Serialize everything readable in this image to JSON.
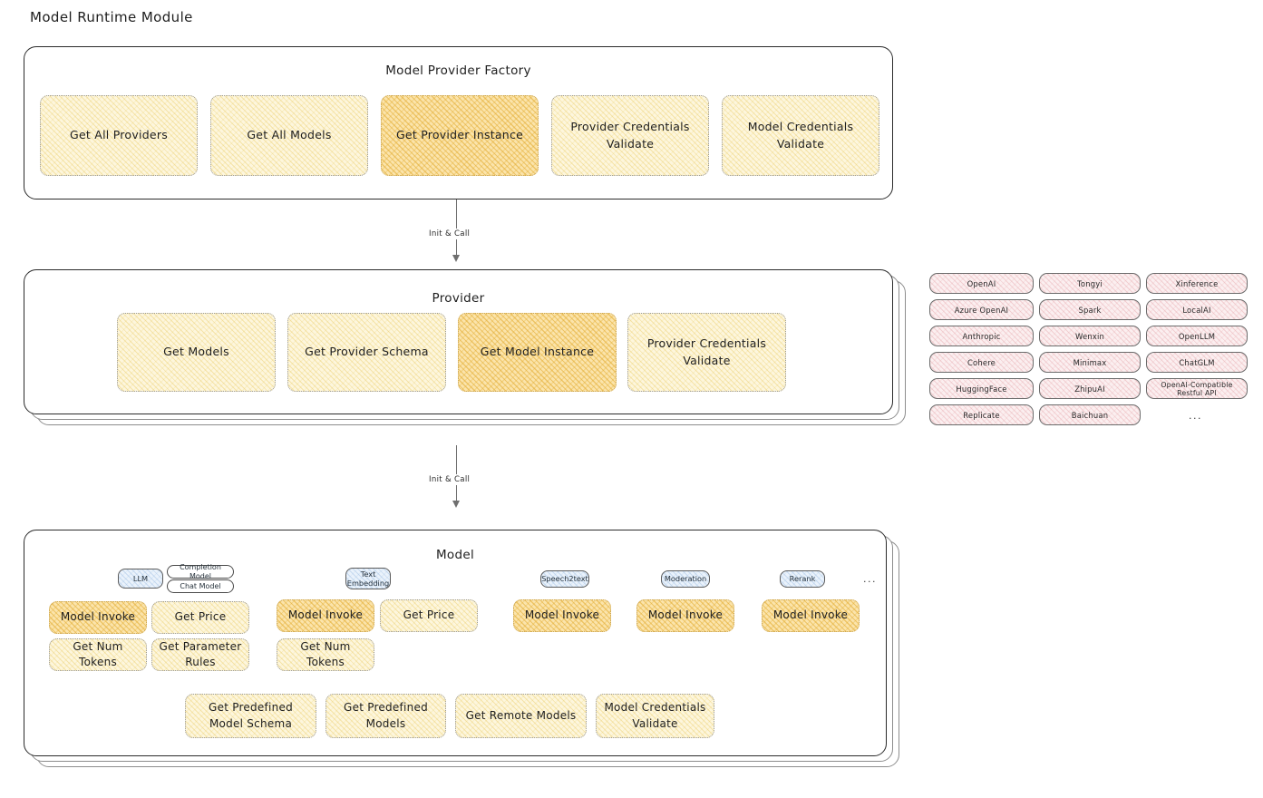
{
  "page": {
    "title": "Model Runtime Module"
  },
  "factory": {
    "title": "Model Provider Factory",
    "nodes": [
      {
        "label": "Get All Providers",
        "highlight": false
      },
      {
        "label": "Get All Models",
        "highlight": false
      },
      {
        "label": "Get Provider Instance",
        "highlight": true
      },
      {
        "label": "Provider Credentials Validate",
        "highlight": false
      },
      {
        "label": "Model Credentials Validate",
        "highlight": false
      }
    ]
  },
  "connector_top": {
    "label": "Init & Call"
  },
  "connector_bottom": {
    "label": "Init & Call"
  },
  "provider": {
    "title": "Provider",
    "nodes": [
      {
        "label": "Get Models",
        "highlight": false
      },
      {
        "label": "Get Provider Schema",
        "highlight": false
      },
      {
        "label": "Get Model Instance",
        "highlight": true
      },
      {
        "label": "Provider Credentials Validate",
        "highlight": false
      }
    ]
  },
  "provider_list": {
    "column1": [
      "OpenAI",
      "Azure OpenAI",
      "Anthropic",
      "Cohere",
      "HuggingFace",
      "Replicate"
    ],
    "column2": [
      "Tongyi",
      "Spark",
      "Wenxin",
      "Minimax",
      "ZhipuAI",
      "Baichuan"
    ],
    "column3": [
      "Xinference",
      "LocalAI",
      "OpenLLM",
      "ChatGLM",
      "OpenAI-Compatible Restful API"
    ],
    "more": "..."
  },
  "model": {
    "title": "Model",
    "more": "...",
    "types": [
      {
        "name": "LLM",
        "sub_badges": [
          "Completion Model",
          "Chat Model"
        ],
        "methods": [
          {
            "label": "Model Invoke",
            "highlight": true
          },
          {
            "label": "Get Price",
            "highlight": false
          },
          {
            "label": "Get Num Tokens",
            "highlight": false
          },
          {
            "label": "Get Parameter Rules",
            "highlight": false
          }
        ]
      },
      {
        "name": "Text Embedding",
        "sub_badges": [],
        "methods": [
          {
            "label": "Model Invoke",
            "highlight": true
          },
          {
            "label": "Get Price",
            "highlight": false
          },
          {
            "label": "Get Num Tokens",
            "highlight": false
          }
        ]
      },
      {
        "name": "Speech2text",
        "sub_badges": [],
        "methods": [
          {
            "label": "Model Invoke",
            "highlight": false
          }
        ]
      },
      {
        "name": "Moderation",
        "sub_badges": [],
        "methods": [
          {
            "label": "Model Invoke",
            "highlight": false
          }
        ]
      },
      {
        "name": "Rerank",
        "sub_badges": [],
        "methods": [
          {
            "label": "Model Invoke",
            "highlight": false
          }
        ]
      }
    ],
    "shared_methods": [
      {
        "label": "Get Predefined Model Schema"
      },
      {
        "label": "Get Predefined Models"
      },
      {
        "label": "Get Remote Models"
      },
      {
        "label": "Model Credentials Validate"
      }
    ]
  },
  "colors": {
    "node_fill": "#fdf6dd",
    "node_highlight_fill": "#fbe4ab",
    "chip_fill": "#fbeff0",
    "badge_fill": "#eaf2fb",
    "stroke": "#2b2b2b"
  }
}
